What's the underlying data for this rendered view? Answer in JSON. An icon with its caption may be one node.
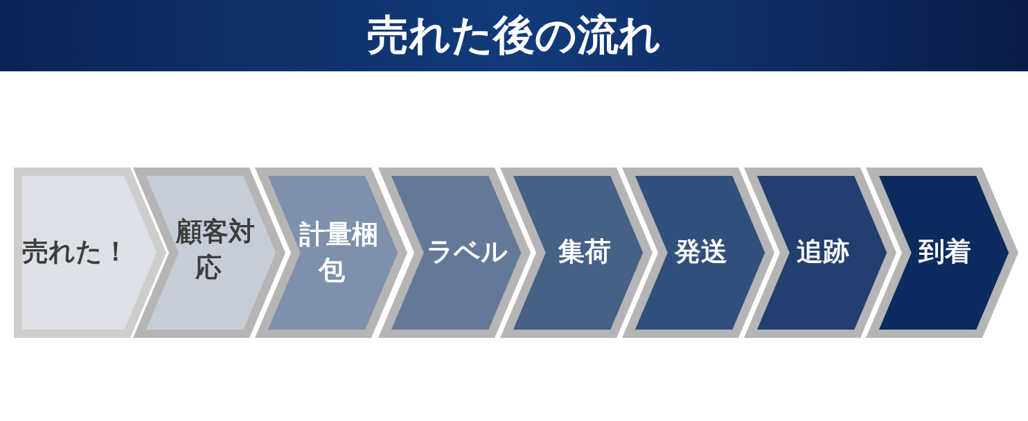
{
  "diagram": {
    "title": "売れた後の流れ",
    "nodes": [
      {
        "text": [
          "売れた！"
        ]
      },
      {
        "text": [
          "顧客対応"
        ]
      },
      {
        "text": [
          "計量梱包"
        ]
      },
      {
        "text": [
          "ラベル"
        ]
      },
      {
        "text": [
          "集荷"
        ]
      },
      {
        "text": [
          "発送"
        ]
      },
      {
        "text": [
          "追跡"
        ]
      },
      {
        "text": [
          "到着"
        ]
      }
    ]
  }
}
